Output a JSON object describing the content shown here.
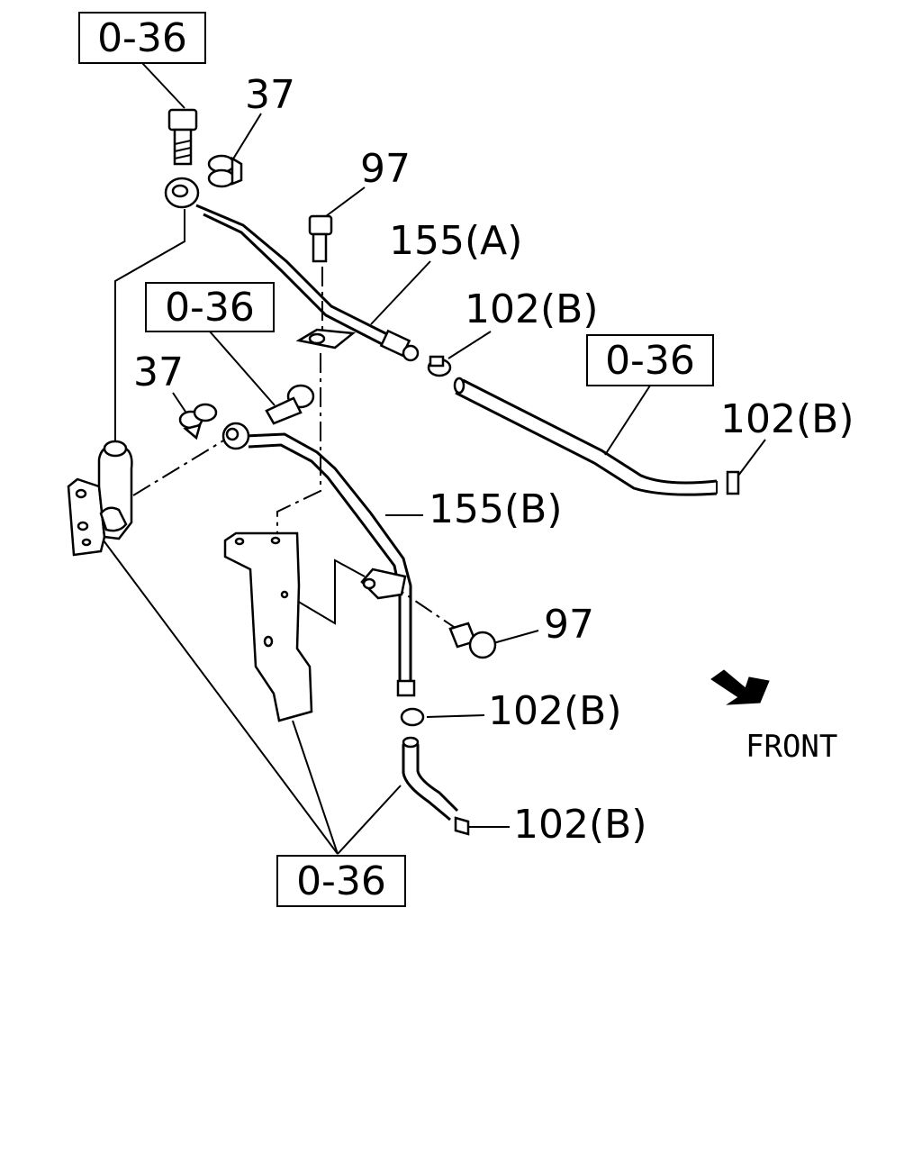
{
  "labels": {
    "ref_top_left": "0-36",
    "ref_mid_left": "0-36",
    "ref_right": "0-36",
    "ref_bottom": "0-36",
    "p37_top": "37",
    "p37_mid": "37",
    "p97_top": "97",
    "p97_lower": "97",
    "p155a": "155(A)",
    "p155b": "155(B)",
    "p102b_1": "102(B)",
    "p102b_2": "102(B)",
    "p102b_3": "102(B)",
    "p102b_4": "102(B)",
    "front": "FRONT"
  },
  "icons": {
    "front_arrow": "arrow-front-icon"
  }
}
